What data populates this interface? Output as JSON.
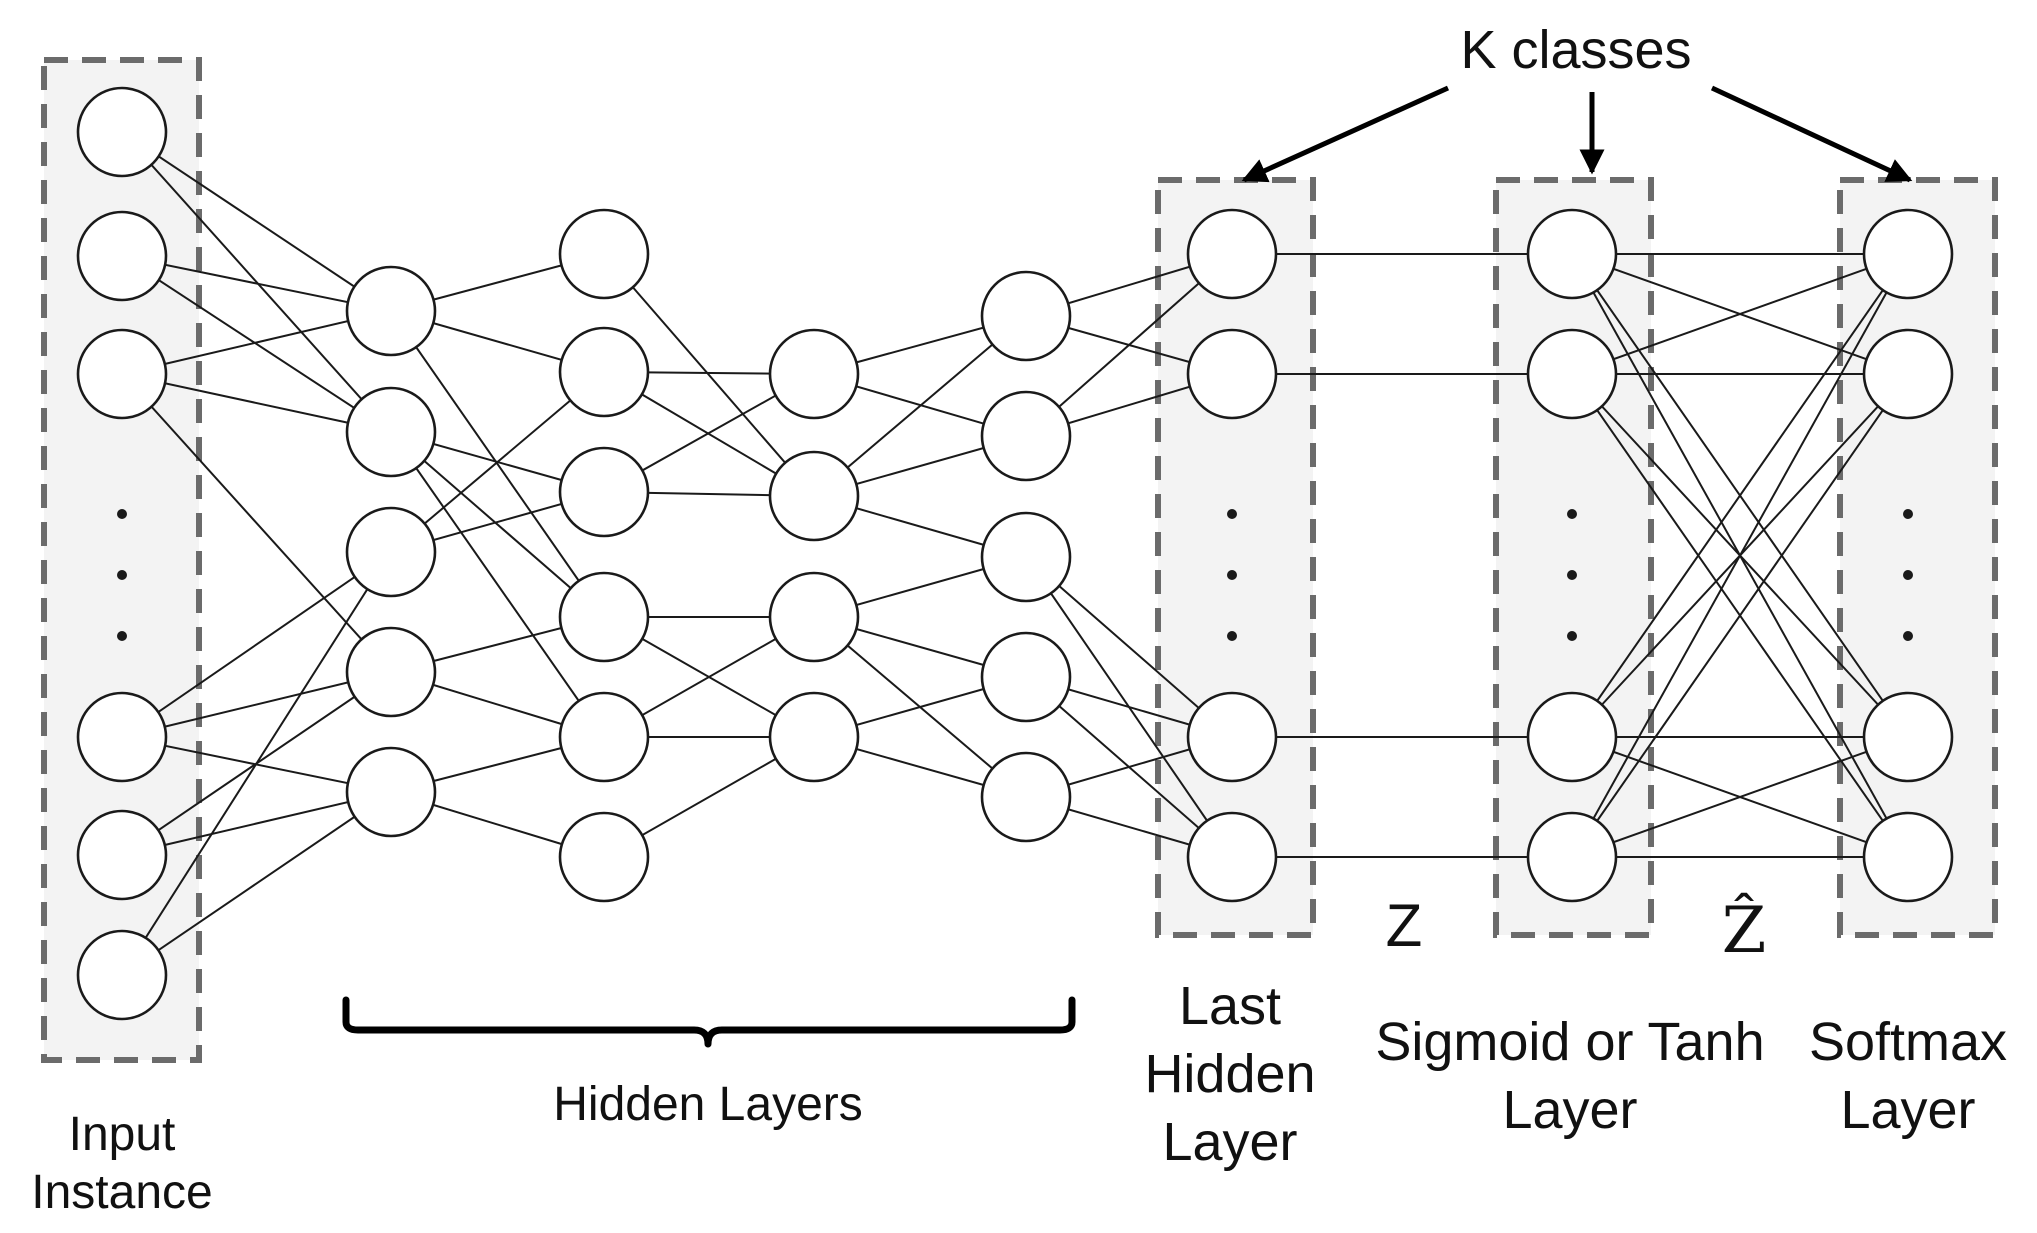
{
  "labels": {
    "k_classes": "K classes",
    "input_line1": "Input",
    "input_line2": "Instance",
    "hidden_layers": "Hidden Layers",
    "last_line1": "Last",
    "last_line2": "Hidden",
    "last_line3": "Layer",
    "sigmoid_line1": "Sigmoid or Tanh",
    "sigmoid_line2": "Layer",
    "softmax_line1": "Softmax",
    "softmax_line2": "Layer",
    "z": "Z",
    "z_hat": "Ẑ"
  }
}
